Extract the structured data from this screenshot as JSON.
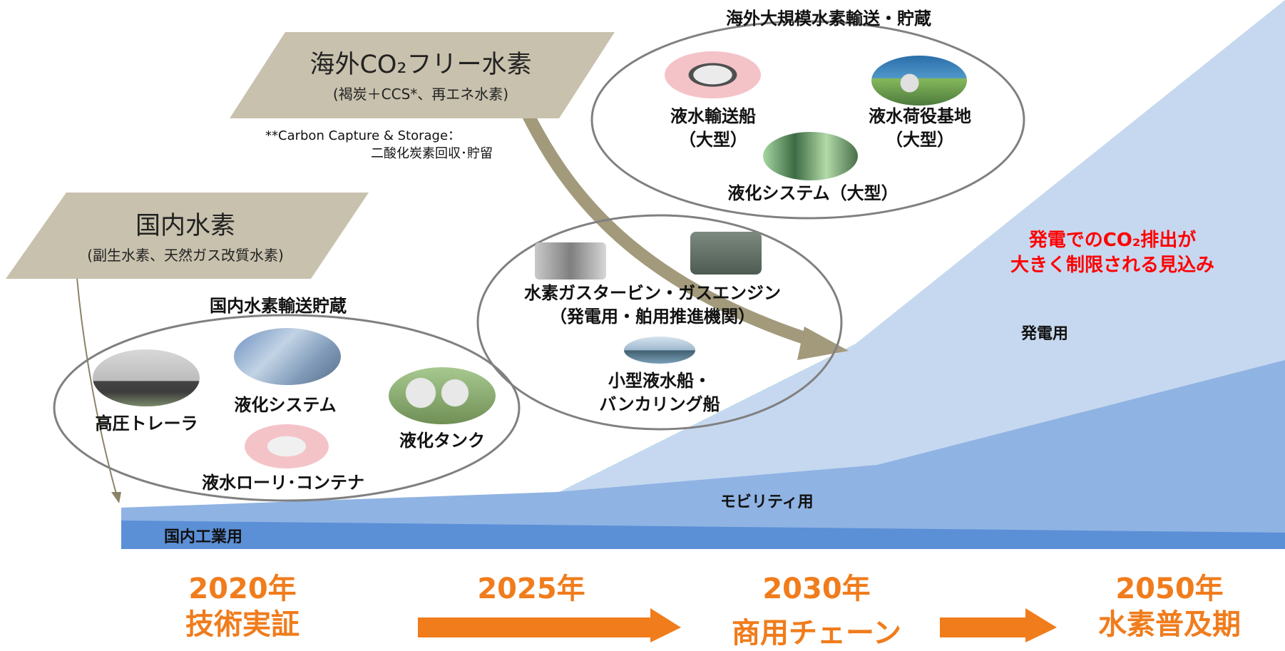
{
  "overseas_source": {
    "title": "海外CO₂フリー水素",
    "subtitle": "(褐炭＋CCS*、再エネ水素)",
    "note_line1": "**Carbon Capture & Storage：",
    "note_line2": "二酸化炭素回収･貯留"
  },
  "domestic_source": {
    "title": "国内水素",
    "subtitle": "(副生水素、天然ガス改質水素)"
  },
  "domestic_cluster": {
    "heading": "国内水素輸送貯蔵",
    "items": [
      "高圧トレーラ",
      "液化システム",
      "液化タンク",
      "液水ローリ･コンテナ"
    ]
  },
  "mid_cluster": {
    "line1": "水素ガスタービン・ガスエンジン",
    "line2": "（発電用・舶用推進機関）",
    "small_line1": "小型液水船・",
    "small_line2": "バンカリング船"
  },
  "overseas_cluster": {
    "heading": "海外大規模水素輸送・貯蔵",
    "ship_line1": "液水輸送船",
    "ship_line2": "（大型）",
    "base_line1": "液水荷役基地",
    "base_line2": "（大型）",
    "liquefaction": "液化システム（大型）"
  },
  "demand_areas": {
    "power": "発電用",
    "mobility": "モビリティ用",
    "industry": "国内工業用"
  },
  "power_note_line1": "発電でのCO₂排出が",
  "power_note_line2": "大きく制限される見込み",
  "timeline": [
    {
      "year": "2020年",
      "phase": "技術実証"
    },
    {
      "year": "2025年",
      "phase": ""
    },
    {
      "year": "2030年",
      "phase": "商用チェーン"
    },
    {
      "year": "2050年",
      "phase": "水素普及期"
    }
  ],
  "colors": {
    "parallelogram": "#c8c1ad",
    "arrow_brown": "#a29a7b",
    "area_light": "#c6d8ef",
    "area_mid": "#8fb3e3",
    "area_dark": "#5b8fd6",
    "orange": "#f07c1c",
    "red_note": "#ff0000"
  }
}
